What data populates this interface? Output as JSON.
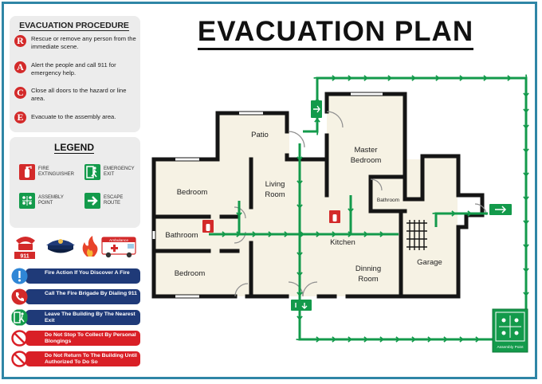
{
  "title": "EVACUATION PLAN",
  "procedure": {
    "title": "EVACUATION PROCEDURE",
    "items": [
      {
        "letter": "R",
        "text": "Rescue or remove any person from the immediate scene."
      },
      {
        "letter": "A",
        "text": "Alert the people and call 911 for emergency help."
      },
      {
        "letter": "C",
        "text": "Close all doors to the hazard or line area."
      },
      {
        "letter": "E",
        "text": "Evacuate to the assembly area."
      }
    ]
  },
  "legend": {
    "title": "LEGEND",
    "items": [
      {
        "icon": "fire-extinguisher-icon",
        "label": "FIRE EXTINGUISHER"
      },
      {
        "icon": "emergency-exit-icon",
        "label": "EMERGENCY EXIT"
      },
      {
        "icon": "assembly-point-icon",
        "label": "ASSEMBLY POINT"
      },
      {
        "icon": "escape-route-icon",
        "label": "ESCAPE ROUTE"
      }
    ]
  },
  "emergency_icons": {
    "phone_label": "911",
    "ambulance_label": "Ambulance"
  },
  "safety_rules": [
    {
      "icon": "info-icon",
      "text": "Fire Action If You Discover A Fire",
      "color": "#1f3a78"
    },
    {
      "icon": "phone-icon",
      "text": "Call The Fire Brigade By Dialing 911",
      "color": "#1f3a78"
    },
    {
      "icon": "exit-icon",
      "text": "Leave The Building By The Nearest Exit",
      "color": "#1f3a78"
    },
    {
      "icon": "prohibited-icon",
      "text": "Do Not Stop To Collect By Personal Blongings",
      "color": "#d91f26"
    },
    {
      "icon": "prohibited-icon",
      "text": "Do Not Return To The Building Until Authorized To Do So",
      "color": "#d91f26"
    }
  ],
  "rooms": {
    "patio": "Patio",
    "living_room_1": "Living",
    "living_room_2": "Room",
    "master_bedroom_1": "Master",
    "master_bedroom_2": "Bedroom",
    "bathroom_small": "Bathroom",
    "bedroom_top": "Bedroom",
    "bathroom": "Bathroom",
    "bedroom_bottom": "Bedroom",
    "kitchen": "Kitchen",
    "dining_room_1": "Dinning",
    "dining_room_2": "Room",
    "garage": "Garage"
  },
  "assembly_point_label": "Assembly Point",
  "colors": {
    "route": "#139a4b",
    "frame": "#2f86a6",
    "alert_red": "#d32a2a",
    "navy": "#1f3a78"
  }
}
